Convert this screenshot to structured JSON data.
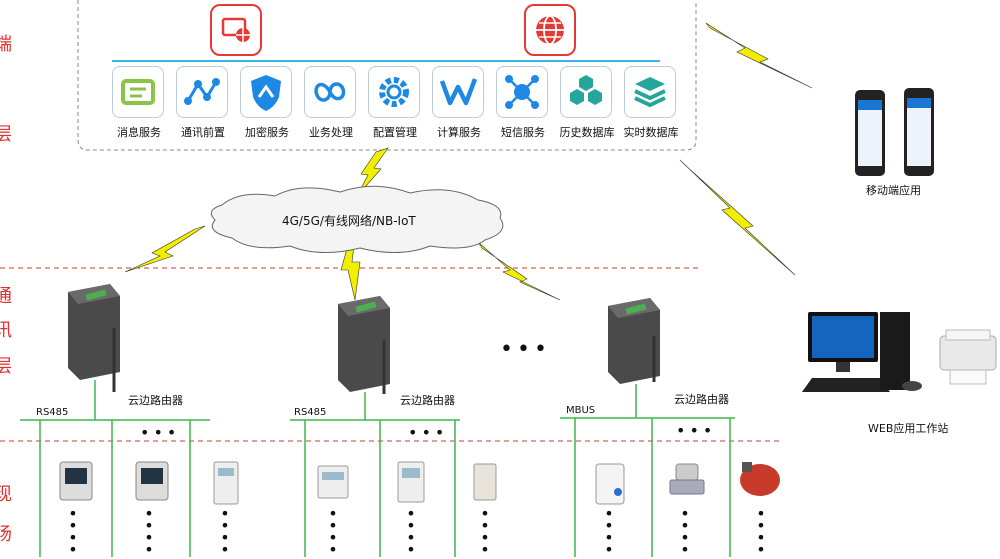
{
  "cloud_platform": {
    "top_icons": [
      {
        "icon": "monitor-globe-icon",
        "color": "#e53935"
      },
      {
        "icon": "globe-icon",
        "color": "#e53935"
      }
    ],
    "services": [
      {
        "label": "消息服务",
        "icon": "message-icon",
        "color": "#8bc34a"
      },
      {
        "label": "通讯前置",
        "icon": "network-icon",
        "color": "#1e88e5"
      },
      {
        "label": "加密服务",
        "icon": "shield-icon",
        "color": "#1e88e5"
      },
      {
        "label": "业务处理",
        "icon": "loop-icon",
        "color": "#1e88e5"
      },
      {
        "label": "配置管理",
        "icon": "gear-icon",
        "color": "#1e88e5"
      },
      {
        "label": "计算服务",
        "icon": "w-icon",
        "color": "#1e88e5"
      },
      {
        "label": "短信服务",
        "icon": "sms-hub-icon",
        "color": "#1e88e5"
      },
      {
        "label": "历史数据库",
        "icon": "database-hex-icon",
        "color": "#26a69a"
      },
      {
        "label": "实时数据库",
        "icon": "database-stack-icon",
        "color": "#26a69a"
      }
    ]
  },
  "network_cloud_label": "4G/5G/有线网络/NB-IoT",
  "mobile_label": "移动端应用",
  "web_label": "WEB应用工作站",
  "ellipsis": "•••",
  "routers": [
    {
      "label": "云边路由器",
      "bus": "RS485"
    },
    {
      "label": "云边路由器",
      "bus": "RS485"
    },
    {
      "label": "云边路由器",
      "bus": "MBUS"
    }
  ],
  "side_labels": [
    {
      "text": "端"
    },
    {
      "text": "层"
    },
    {
      "text": "通"
    },
    {
      "text": "讯"
    },
    {
      "text": "层"
    },
    {
      "text": "现"
    },
    {
      "text": "场"
    }
  ],
  "colors": {
    "red_dash": "#e03030",
    "green_bus": "#3cb84a",
    "bolt": "#f2ee00",
    "cloud_fill": "#f4f4f4"
  }
}
